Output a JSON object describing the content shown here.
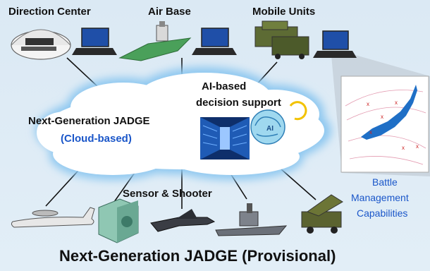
{
  "top_nodes": {
    "direction_center": "Direction Center",
    "air_base": "Air Base",
    "mobile_units": "Mobile Units"
  },
  "cloud": {
    "title": "Next-Generation JADGE",
    "subtitle": "(Cloud-based)",
    "ai_line1": "AI-based",
    "ai_line2": "decision support"
  },
  "sensor_shooter": "Sensor & Shooter",
  "battle_management": {
    "line1": "Battle",
    "line2": "Management",
    "line3": "Capabilities"
  },
  "footer_title": "Next-Generation JADGE (Provisional)",
  "colors": {
    "background": "#dcebf5",
    "cloud_fill": "#ffffff",
    "cloud_glow": "#8ec8f0",
    "accent_blue": "#1a56c9",
    "map_japan": "#1f6fc6"
  },
  "icons": [
    "building-icon",
    "laptop-icon",
    "aircraft-carrier-icon",
    "truck-icon",
    "server-room-icon",
    "ai-brain-icon",
    "awacs-plane-icon",
    "radar-sensor-icon",
    "fighter-jet-icon",
    "destroyer-ship-icon",
    "missile-launcher-icon",
    "japan-map-icon"
  ]
}
